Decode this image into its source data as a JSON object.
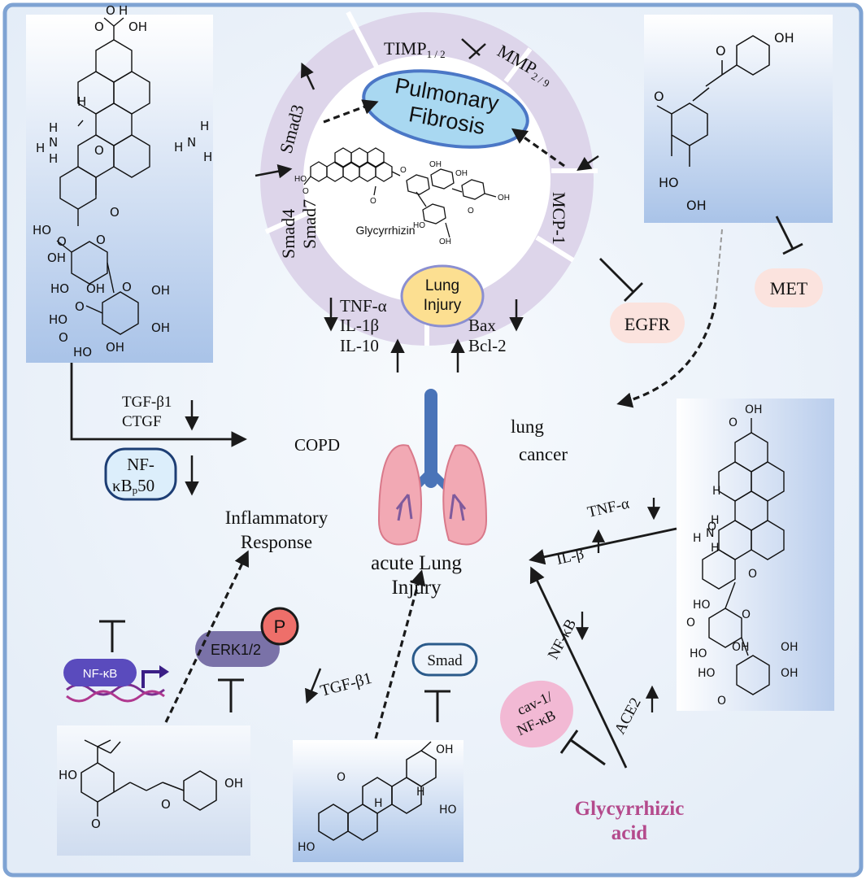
{
  "center": {
    "glycyrrhizin_label": "Glycyrrhizin",
    "fibrosis": [
      "Pulmonary",
      "Fibrosis"
    ],
    "injury": [
      "Lung",
      "Injury"
    ]
  },
  "ring": {
    "timp": "TIMP",
    "timp_sub": "1 / 2",
    "mmp": "MMP",
    "mmp_sub": "2 / 9",
    "smad3": "Smad3",
    "smad4": "Smad4",
    "smad7": "Smad7",
    "mcp1": "MCP-1",
    "tnf": "TNF-α",
    "il1b": "IL-1β",
    "il10": "IL-10",
    "bax": "Bax",
    "bcl2": "Bcl-2"
  },
  "targets": {
    "egfr": "EGFR",
    "met": "MET"
  },
  "left": {
    "tgf": "TGF-β1",
    "ctgf": "CTGF",
    "copd": "COPD",
    "nfkb_p50_a": "NF-",
    "nfkb_p50_b": "κB",
    "nfkb_p50_sub": "p",
    "nfkb_p50_c": "50",
    "inflammatory": [
      "Inflammatory",
      "Response"
    ],
    "nfkb": "NF-κB",
    "erk": "ERK1/2",
    "phospho": "P",
    "tgf2": "TGF-β1",
    "smad": "Smad"
  },
  "right": {
    "lung_cancer": [
      "lung",
      "cancer"
    ],
    "tnf": "TNF-α",
    "ilb": "IL-β",
    "nfkb": "NF-κB",
    "ace2": "ACE2",
    "cav": [
      "cav-1/",
      "NF-κB"
    ],
    "glycyrrhizic": [
      "Glycyrrhizic",
      "acid"
    ]
  },
  "middle": {
    "ali": [
      "acute Lung",
      "Injury"
    ]
  },
  "molecules": {
    "ammonium": [
      "H",
      "N",
      "H",
      "H"
    ],
    "groups": {
      "oh": "OH",
      "ho": "HO",
      "o": "O",
      "h": "H"
    }
  },
  "colors": {
    "frame": "#7fa3d3",
    "background": "#eef4fb",
    "ring": "#ddd5ea",
    "fibrosis_fill": "#a9d8f1",
    "fibrosis_stroke": "#4b77c6",
    "injury_fill": "#fcdf91",
    "target_fill": "#fbe3de",
    "nfkb_fill": "#5a4bbd",
    "erk_fill": "#7a72a8",
    "phospho_fill": "#ee6f6a",
    "cav_fill": "#f2b9d4",
    "glycyrrhizic_text": "#b44a8c"
  }
}
